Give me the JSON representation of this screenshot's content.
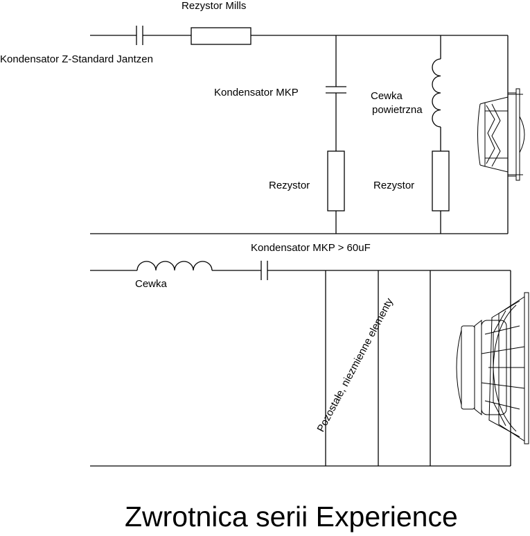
{
  "labels": {
    "resistor_mills": "Rezystor Mills",
    "cap_jantzen": "Kondensator Z-Standard Jantzen",
    "cap_mkp": "Kondensator MKP",
    "air_coil_line1": "Cewka",
    "air_coil_line2": "powietrzna",
    "resistor_left": "Rezystor",
    "resistor_right": "Rezystor",
    "cap_mkp_60": "Kondensator MKP > 60uF",
    "coil": "Cewka",
    "other_elements": "Pozostałe, niezmienne elementy"
  },
  "title": "Zwrotnica serii Experience"
}
